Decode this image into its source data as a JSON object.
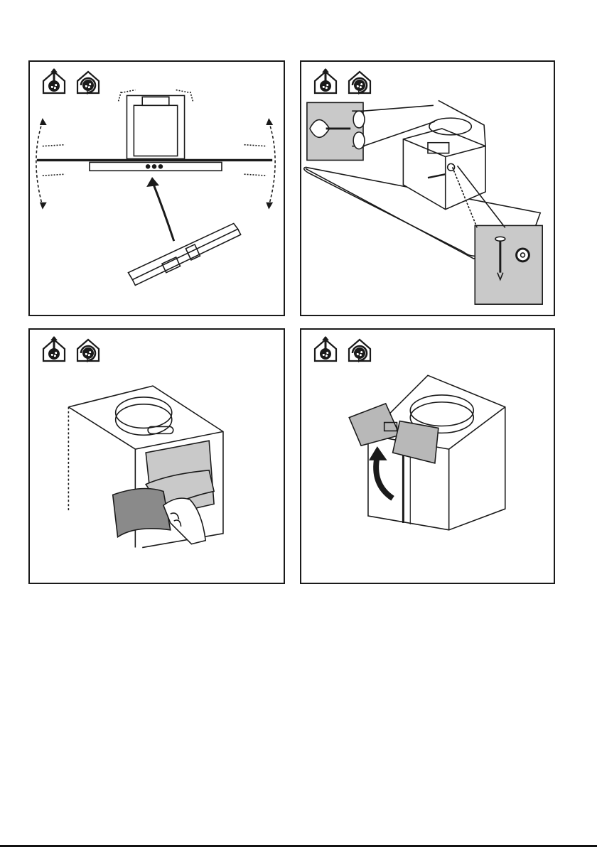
{
  "colors": {
    "line": "#1a1a1a",
    "panel_fill_gray": "#c9c9c9",
    "tape_gray": "#8a8a8a",
    "filter_gray": "#b8b8b8"
  },
  "icons": {
    "ducted_mode": "house-fan-exhaust-icon",
    "recirculating_mode": "house-fan-recirculation-icon"
  },
  "panels": [
    {
      "step": "mount-cover-onto-hood"
    },
    {
      "step": "fasten-motor-box-with-screw-and-washer"
    },
    {
      "step": "remove-protective-tape"
    },
    {
      "step": "open-filter-flaps"
    }
  ]
}
